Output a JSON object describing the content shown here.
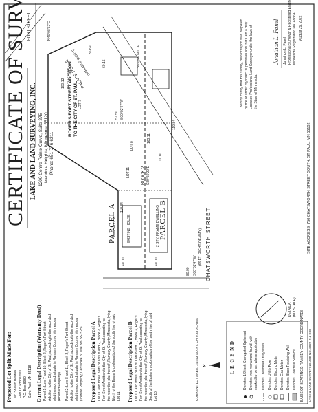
{
  "title": "CERTIFICATE OF SURVEY",
  "firm": {
    "name": "LAKE AND LAND SURVEYING, INC.",
    "address1": "1200 Centre Pointe Curve, Suite 275",
    "address2": "Mendota Heights, Minnesota 55120",
    "phone": "Phone: 651-776-6211"
  },
  "subdivision": [
    "ROGER'S FORT STREET ADDITION",
    "TO THE CITY OF ST. PAUL"
  ],
  "proposed_for": {
    "heading": "Proposed Lot Split Made For:",
    "lines": [
      "Mr. Shawn Benton",
      "Fort Tib Properties",
      "P.O. Box 8989",
      "Saint Paul, MN 55118"
    ]
  },
  "current_legal": {
    "heading": "Current Legal Description (Warranty Deed)",
    "lines": [
      "Parcel 1: Lots 7 and 10, Block 2, Roger's Fort Street",
      "Addition to the City of St. Paul, according to the recorded",
      "plat thereof, and situate in Ramsey County, Minnesota.",
      "(Abstract Property)",
      "Parcel 2: Lots 8 and 11, Block 2, Roger's Fort Street",
      "Addition to the City of St. Paul, according to the recorded",
      "plat thereof, and situate in Ramsey County, Minnesota.",
      "(Torrens Property, Certificate of Title No. 557523)"
    ]
  },
  "parcel_a_legal": {
    "heading": "Proposed Legal Description Parcel A",
    "lines": [
      "Lot 11, and those parts of Lots 8 and 7, Block 2, Roger's",
      "Fort Street Addition to the City of St. Paul according to",
      "the recorded plat thereof, Ramsey County, Minnesota, lying",
      "North of the Easterly prolongation of the south line of said",
      "Lot 11."
    ]
  },
  "parcel_b_legal": {
    "heading": "Proposed Legal Description Parcel B",
    "lines": [
      "Lot 10, and those parts of Lots 8 and 7, Block 2, Roger's",
      "Fort Street Addition to the City of St. Paul according to",
      "the recorded plat thereof, Ramsey County, Minnesota, lying",
      "South of the Easterly prolongation of the south line of said",
      "Lot 10."
    ]
  },
  "lot_area": "CURRENT LOT AREA: 14,443 SQ. FT. OR 0.33 ACRES",
  "legend": {
    "heading": "L E G E N D",
    "items": [
      "Denotes 1/2 inch Corrugated Spike set",
      "Denotes Iron monument found, with",
      "  marked to be set where applicable",
      "Denotes Overhead Utility wires",
      "Denotes Utility Pole",
      "Denotes Electric Meter",
      "Denotes Gas Meter",
      "Denotes Block Retaining Wall",
      "Denotes Concrete Surface"
    ],
    "basis": "BASIS OF BEARINGS: RAMSEY COUNTY COORDINATES"
  },
  "job": "LAKE & LAND SURVEYING  JOB NO. 2022-212  D.B.",
  "site_address": "SITE ADDRESS: 750 CHATSWORTH STREET SOUTH, ST PAUL, MN 55102",
  "streets": {
    "chatsworth": "CHATSWORTH STREET",
    "chatsworth_row": "(66 FT. RIGHT-OF-WAY)",
    "palace": "PALACE PLACE",
    "palace_row": "(VARIABLE WIDTH)",
    "fort": "FORT STREET"
  },
  "parcels": {
    "a_label": "PARCEL A",
    "b_label": "PARCEL B",
    "block": "BLOCK 2",
    "lot7": "LOT 7",
    "lot8": "LOT 8",
    "lot10": "LOT 10",
    "lot11": "LOT 11",
    "existing_house": "EXISTING HOUSE",
    "dwelling": "2 STY. FRAME DWELLING"
  },
  "dimensions": {
    "front_a": "40.00",
    "front_b": "40.00",
    "front_total": "80.00",
    "bearing_front": "S00°02'47\"W",
    "bearing_mid_a": "N89°50'29\"W",
    "bearing_mid_b": "S89°50'29\"E",
    "depth_a": "119.84",
    "depth_b": "119.84",
    "depth_mid": "163.11",
    "rear_a": "57.50",
    "bearing_rear": "S00°02'47\"W",
    "diag": "100.12",
    "bearing_diag": "N43°32'50\"W",
    "pal1": "60.15",
    "pal2": "36.69",
    "corner": "N46°08'57\"E"
  },
  "see_detail": "SEE DETAIL A",
  "detail": {
    "label": "DETAIL A",
    "scale": "(NO SCALE)"
  },
  "north": "N",
  "certification": {
    "text": [
      "I hereby certify that this survey, plan or report was prepared",
      "by me or under my direct supervision and that I am a duly",
      "Licensed Professional Land Surveyor under the laws of",
      "the State of Minnesota."
    ],
    "signature": "Jonathon L. Fanel",
    "name_line": "Jonathon L. Fanel",
    "title_line": "Minnesota Registration No. 48664",
    "role": "Professional Surveyor & Registered Engineer",
    "date": "August 29, 2022"
  }
}
